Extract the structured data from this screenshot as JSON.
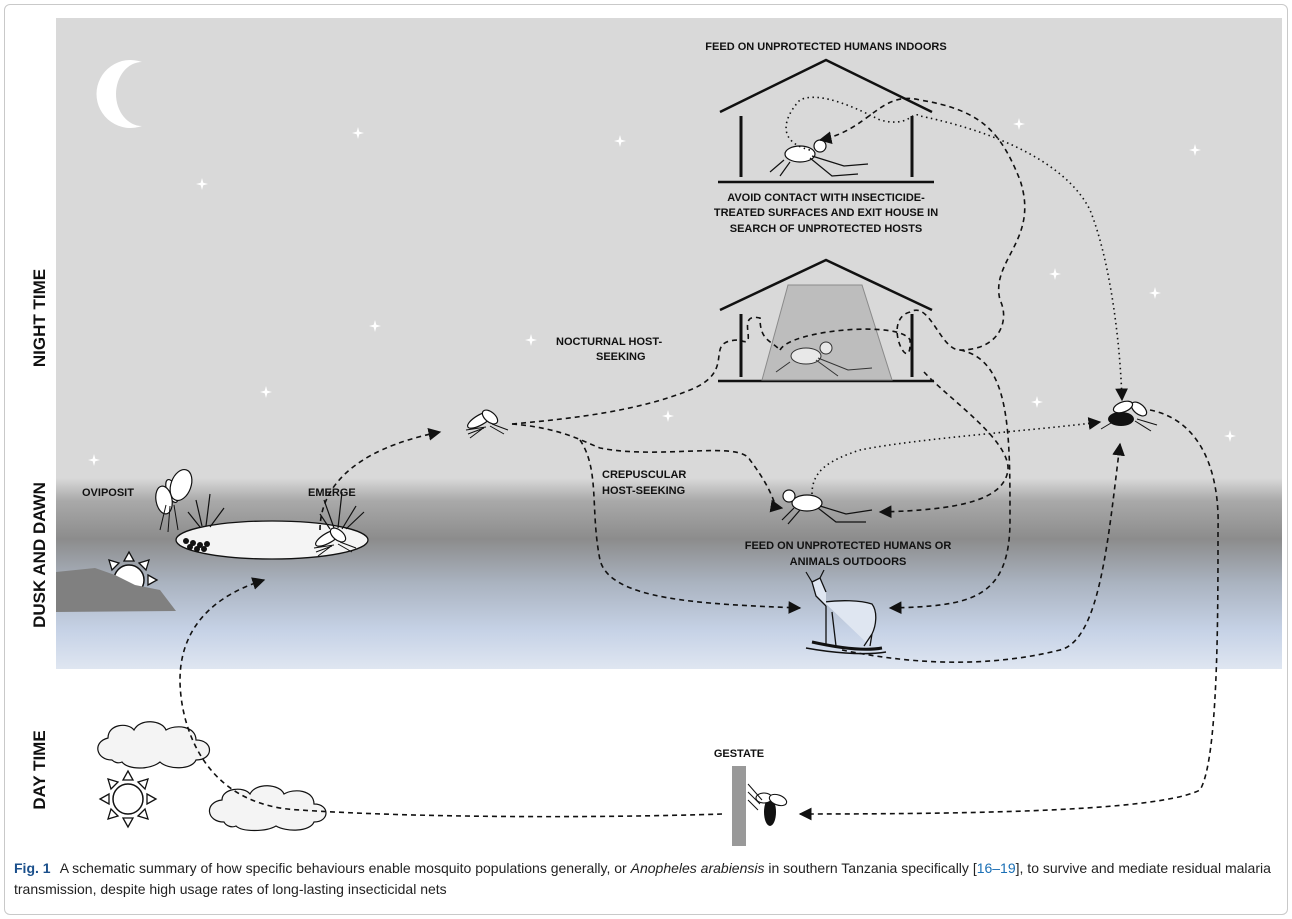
{
  "bands": {
    "night": "NIGHT TIME",
    "dusk_dawn": "DUSK AND DAWN",
    "day": "DAY TIME"
  },
  "labels": {
    "feed_indoors": "FEED ON UNPROTECTED HUMANS INDOORS",
    "avoid_line1": "AVOID CONTACT WITH INSECTICIDE-",
    "avoid_line2": "TREATED SURFACES AND EXIT HOUSE IN",
    "avoid_line3": "SEARCH OF UNPROTECTED HOSTS",
    "nocturnal_line1": "NOCTURNAL HOST-",
    "nocturnal_line2": "SEEKING",
    "crepuscular_line1": "CREPUSCULAR",
    "crepuscular_line2": "HOST-SEEKING",
    "oviposit": "OVIPOSIT",
    "emerge": "EMERGE",
    "feed_outdoors_line1": "FEED ON UNPROTECTED HUMANS OR",
    "feed_outdoors_line2": "ANIMALS OUTDOORS",
    "gestate": "GESTATE"
  },
  "caption": {
    "fig_label": "Fig. 1",
    "text_a": "A schematic summary of how specific behaviours enable mosquito populations generally, or",
    "species": "Anopheles arabiensis",
    "text_b": "in southern Tanzania specifically",
    "ref_open": "[",
    "refs": "16–19",
    "ref_close": "]",
    "text_c": ", to survive and mediate residual malaria transmission, despite high usage rates of long-lasting insecticidal nets"
  },
  "colors": {
    "night_sky": "#d9d9d9",
    "dusk_band": "#8e8e8e",
    "dawn_blue": "#cbd7ea",
    "ground_hill": "#808080",
    "fig_label": "#1a4f8b",
    "reference_link": "#1a6fb5"
  }
}
